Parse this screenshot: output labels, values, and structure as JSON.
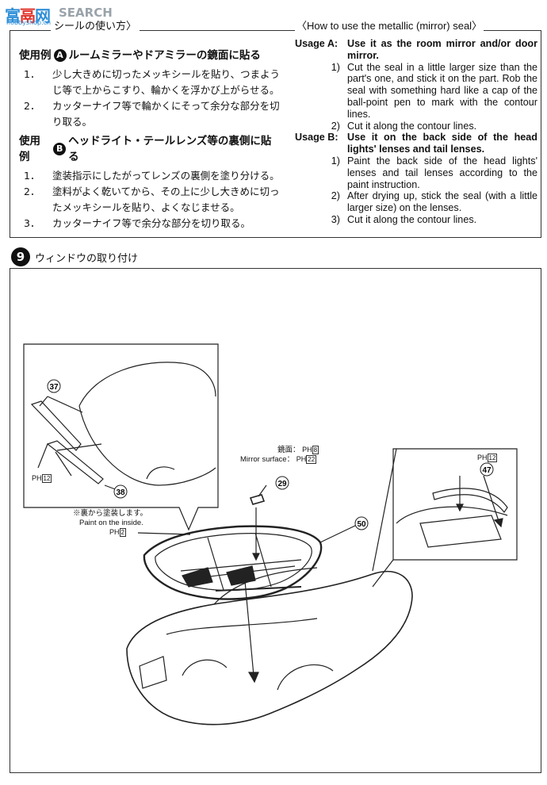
{
  "watermark": {
    "logo_a": "富",
    "logo_b": "鬲",
    "logo_c": "网",
    "search": "SEARCH",
    "url": "hobbyshop.cn"
  },
  "seal": {
    "title_jp": "シールの使い方〉",
    "title_en": "〈How to use the metallic (mirror) seal〉",
    "jp": {
      "usage_a": {
        "prefix": "使用例",
        "letter": "A",
        "title": "ルームミラーやドアミラーの鏡面に貼る",
        "steps": [
          {
            "num": "1．",
            "text": "少し大きめに切ったメッキシールを貼り、つまようじ等で上からこすり、輪かくを浮かび上がらせる。"
          },
          {
            "num": "2．",
            "text": "カッターナイフ等で輪かくにそって余分な部分を切り取る。"
          }
        ]
      },
      "usage_b": {
        "prefix": "使用例",
        "letter": "B",
        "title": "ヘッドライト・テールレンズ等の裏側に貼る",
        "steps": [
          {
            "num": "1．",
            "text": "塗装指示にしたがってレンズの裏側を塗り分ける。"
          },
          {
            "num": "2．",
            "text": "塗料がよく乾いてから、その上に少し大きめに切ったメッキシールを貼り、よくなじませる。"
          },
          {
            "num": "3．",
            "text": "カッターナイフ等で余分な部分を切り取る。"
          }
        ]
      }
    },
    "en": {
      "usage_a": {
        "label": "Usage A:",
        "title": "Use it as the room mirror and/or door mirror.",
        "steps": [
          {
            "num": "1)",
            "text": "Cut the seal in a little larger size than the part's one, and stick it on the part. Rob the seal with something hard like a cap of the ball-point pen to mark with the contour lines."
          },
          {
            "num": "2)",
            "text": "Cut it along the contour lines."
          }
        ]
      },
      "usage_b": {
        "label": "Usage B:",
        "title": "Use it on the back side of the head lights' lenses and tail lenses.",
        "steps": [
          {
            "num": "1)",
            "text": "Paint the back side of the head lights' lenses and tail lenses according to the paint instruction."
          },
          {
            "num": "2)",
            "text": "After drying up, stick the seal (with a little larger size) on the lenses."
          },
          {
            "num": "3)",
            "text": "Cut it along the contour lines."
          }
        ]
      }
    }
  },
  "step": {
    "number": "9",
    "title": "ウィンドウの取り付け"
  },
  "diagram": {
    "parts": {
      "p37": "37",
      "p38": "38",
      "p29": "29",
      "p50": "50",
      "p47": "47"
    },
    "mirror_label_jp": "鏡面：",
    "mirror_label_en": "Mirror surface：",
    "paint_inside_jp": "※裏から塗装します。",
    "paint_inside_en": "Paint on the inside.",
    "ph_prefix": "PH",
    "ph": {
      "ph12_a": "12",
      "ph8": "8",
      "ph22": "22",
      "ph2": "2",
      "ph12_b": "12"
    }
  }
}
